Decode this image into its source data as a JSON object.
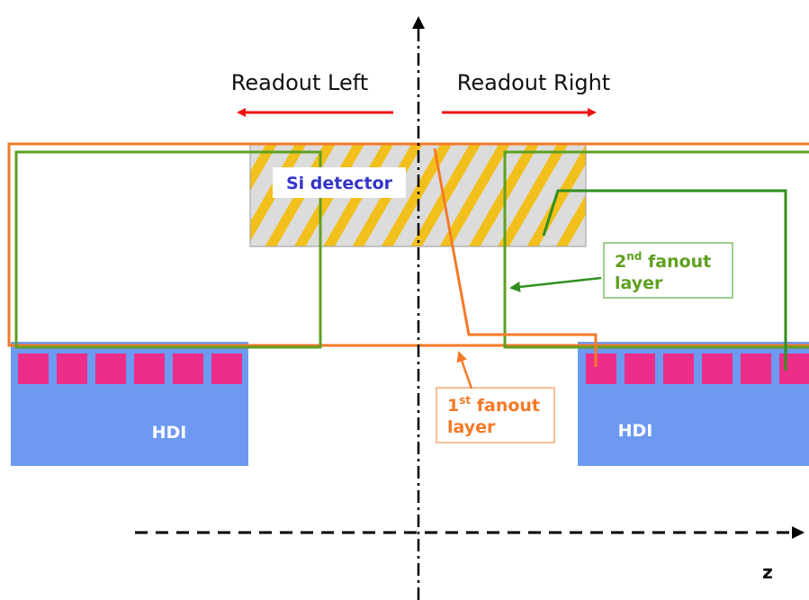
{
  "labels": {
    "readout_left": "Readout Left",
    "readout_right": "Readout Right",
    "si_detector": "Si detector",
    "second_fanout": {
      "prefix": "2",
      "sup": "nd",
      "line1_rest": " fanout",
      "line2": "layer"
    },
    "first_fanout": {
      "prefix": "1",
      "sup": "st",
      "line1_rest": " fanout",
      "line2": "layer"
    },
    "hdi_left": "HDI",
    "hdi_right": "HDI",
    "z_axis": "z"
  },
  "colors": {
    "orange": "#f47a28",
    "green": "#5fa020",
    "dark_green": "#2f8f1f",
    "red_arrow": "#ee1111",
    "hdi_blue": "#6d99f0",
    "pad_magenta": "#ec2d8a",
    "hatch_yellow": "#f2c01c",
    "detector_gray": "#dcdcdc",
    "si_text": "#3535c8",
    "axis": "#000000"
  },
  "pads": {
    "left_count": 6,
    "right_count": 6
  }
}
